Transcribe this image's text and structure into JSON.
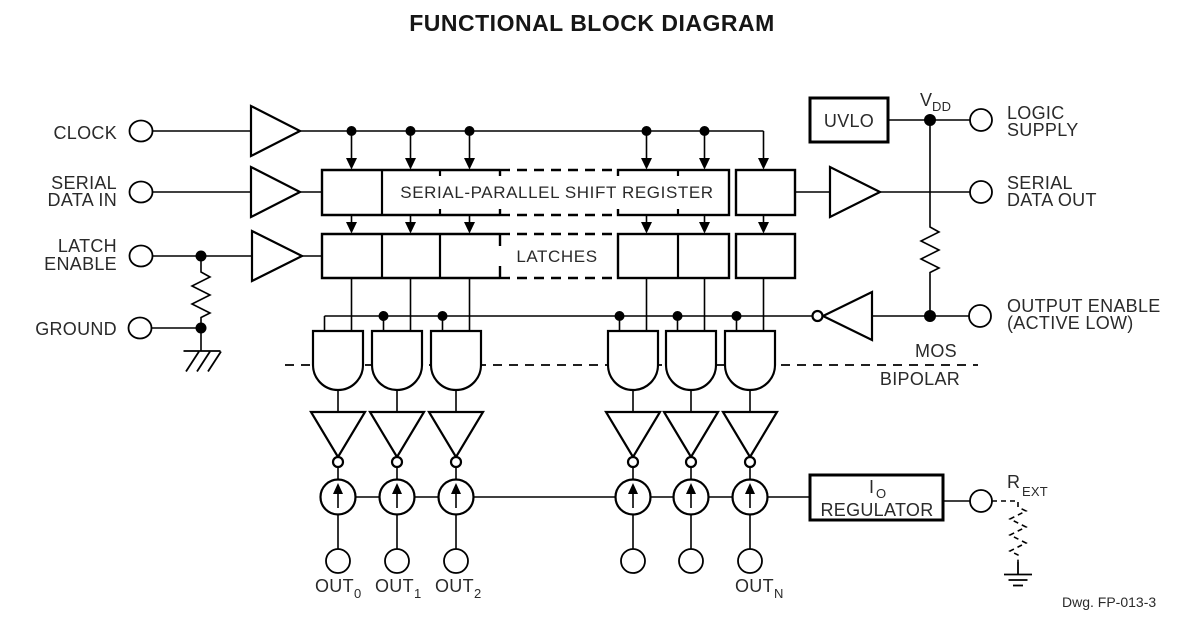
{
  "title": "FUNCTIONAL BLOCK DIAGRAM",
  "left_pins": {
    "clock": "CLOCK",
    "serial_data_in_line1": "SERIAL",
    "serial_data_in_line2": "DATA IN",
    "latch_enable_line1": "LATCH",
    "latch_enable_line2": "ENABLE",
    "ground": "GROUND"
  },
  "right_pins": {
    "logic_supply_line1": "LOGIC",
    "logic_supply_line2": "SUPPLY",
    "serial_data_out_line1": "SERIAL",
    "serial_data_out_line2": "DATA OUT",
    "output_enable_line1": "OUTPUT ENABLE",
    "output_enable_line2": "(ACTIVE LOW)"
  },
  "blocks": {
    "uvlo": "UVLO",
    "shift_register": "SERIAL-PARALLEL SHIFT REGISTER",
    "latches": "LATCHES",
    "io_regulator_main": "I",
    "io_regulator_sub": "O",
    "io_regulator_line2": "REGULATOR"
  },
  "nets": {
    "vdd_main": "V",
    "vdd_sub": "DD",
    "rext_main": "R",
    "rext_sub": "EXT"
  },
  "regions": {
    "mos": "MOS",
    "bipolar": "BIPOLAR"
  },
  "outputs": [
    {
      "main": "OUT",
      "sub": "0"
    },
    {
      "main": "OUT",
      "sub": "1"
    },
    {
      "main": "OUT",
      "sub": "2"
    },
    {
      "main": "OUT",
      "sub": "N"
    }
  ],
  "footer": {
    "drawing_number": "Dwg. FP-013-3"
  }
}
